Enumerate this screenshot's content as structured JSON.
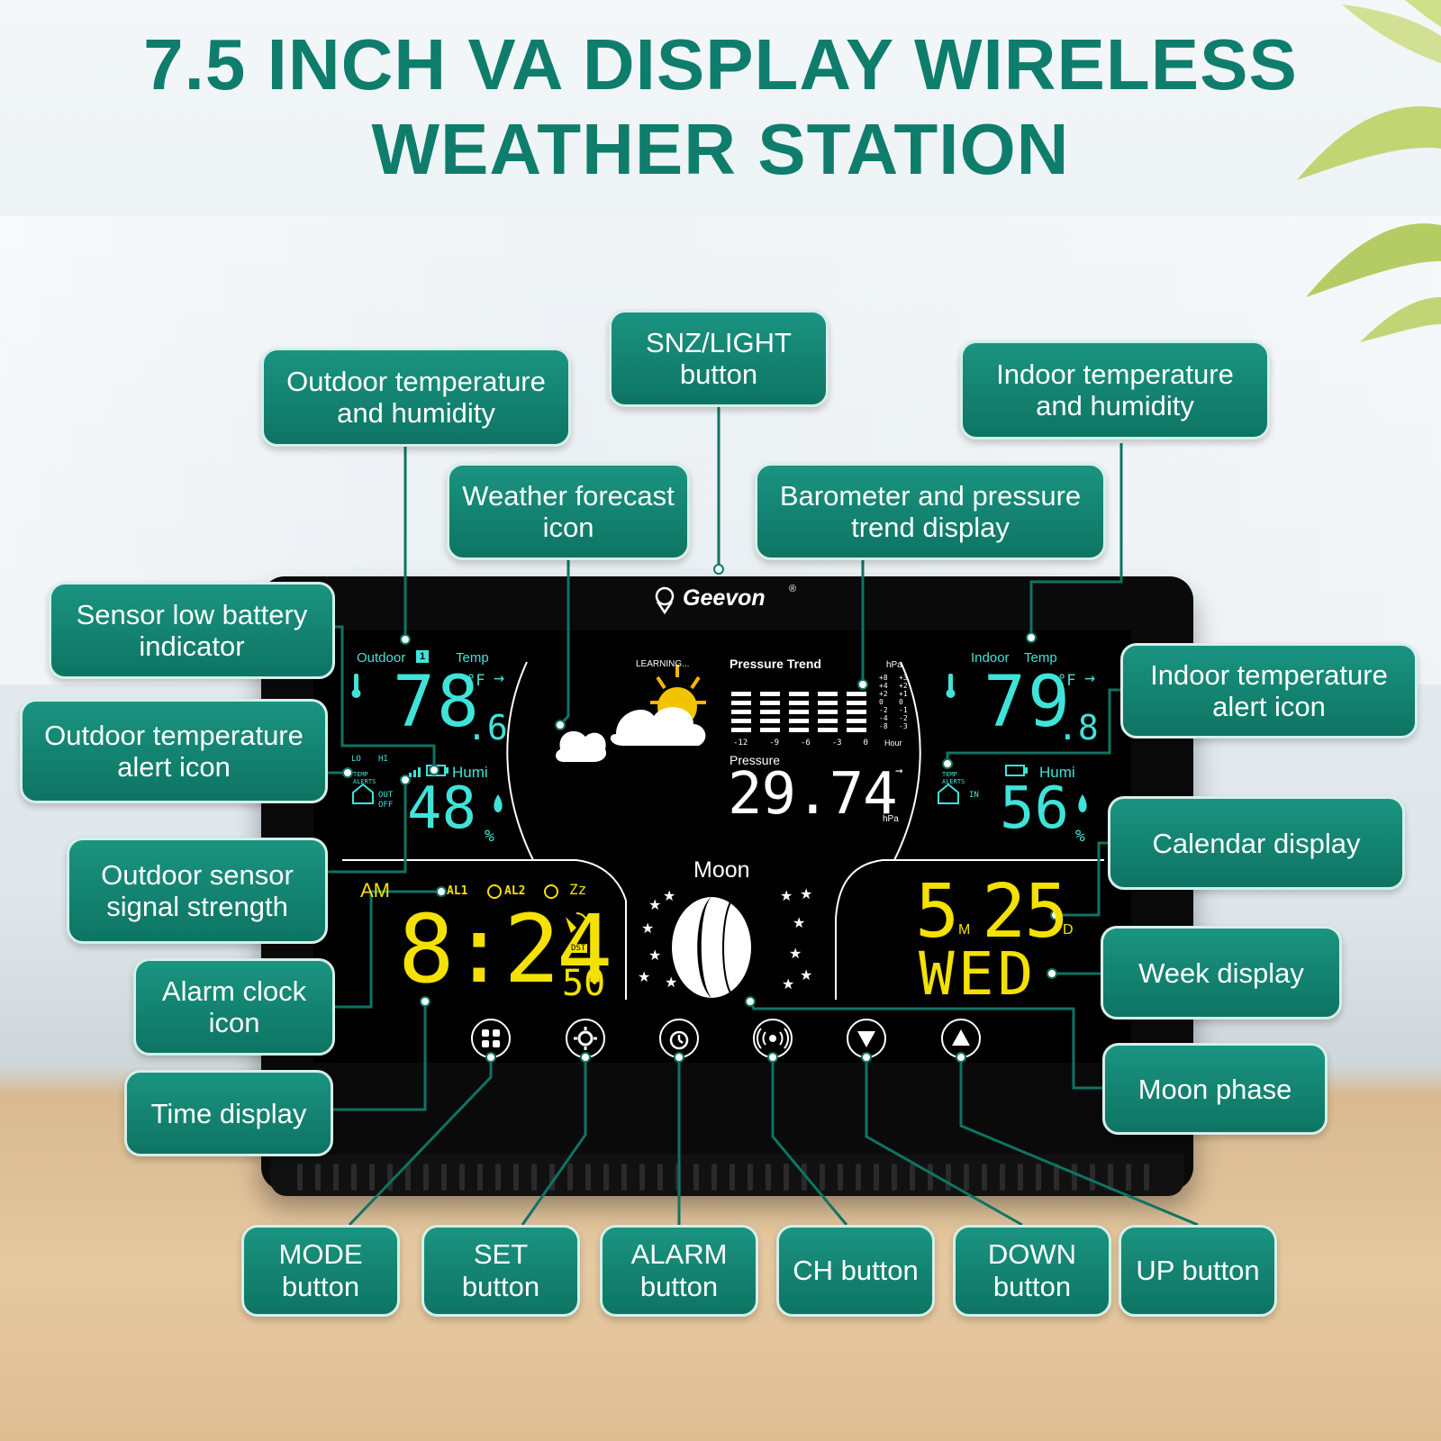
{
  "title": {
    "line1": "7.5 INCH VA DISPLAY WIRELESS",
    "line2": "WEATHER STATION"
  },
  "colors": {
    "brand": "#0f7d6c",
    "callout": "#138574",
    "lcd_cyan": "#3fe3d9",
    "lcd_yellow": "#f4e100"
  },
  "device": {
    "brand": "Geevon",
    "brand_mark": "®",
    "outdoor": {
      "label_outdoor": "Outdoor",
      "channel": "1",
      "label_temp": "Temp",
      "temp_main": "78",
      "temp_decimal": ".6",
      "temp_unit": "°F",
      "trend": "→",
      "lo": "LO",
      "hi": "HI",
      "alerts": "TEMP ALERTS",
      "out": "OUT",
      "off": "OFF",
      "label_humi": "Humi",
      "humi": "48",
      "humi_unit": "%"
    },
    "forecast": {
      "learning": "LEARNING..."
    },
    "pressure": {
      "trend_title": "Pressure Trend",
      "hpa_label": "hPa",
      "scale_left": [
        "+8",
        "+4",
        "+2",
        "0",
        "-2",
        "-4",
        "-8"
      ],
      "scale_right": [
        "+3",
        "+2",
        "+1",
        "0",
        "-1",
        "-2",
        "-3"
      ],
      "hours": [
        "-12",
        "-9",
        "-6",
        "-3",
        "0"
      ],
      "hour_label": "Hour",
      "label": "Pressure",
      "value": "29.74",
      "unit": "hPa",
      "arrow": "→"
    },
    "indoor": {
      "label_indoor": "Indoor",
      "label_temp": "Temp",
      "temp_main": "79",
      "temp_decimal": ".8",
      "temp_unit": "°F",
      "trend": "→",
      "alerts": "TEMP ALERTS",
      "in": "IN",
      "label_humi": "Humi",
      "humi": "56",
      "humi_unit": "%"
    },
    "clock": {
      "ampm": "AM",
      "al1": "AL1",
      "al2": "AL2",
      "snooze": "Zz",
      "time": "8:24",
      "seconds": "50",
      "dst": "DST"
    },
    "moon": {
      "label": "Moon"
    },
    "calendar": {
      "month": "5",
      "m_label": "M",
      "day": "25",
      "d_label": "D",
      "weekday": "WED"
    }
  },
  "callouts": {
    "snz": "SNZ/LIGHT button",
    "outdoor_th": "Outdoor temperature and humidity",
    "indoor_th": "Indoor temperature and humidity",
    "forecast": "Weather forecast icon",
    "barometer": "Barometer and pressure trend display",
    "low_battery": "Sensor low battery indicator",
    "outdoor_alert": "Outdoor temperature alert icon",
    "indoor_alert": "Indoor temperature alert icon",
    "signal": "Outdoor sensor signal strength",
    "calendar": "Calendar display",
    "alarm_icon": "Alarm clock icon",
    "week": "Week display",
    "time": "Time display",
    "moon_phase": "Moon phase",
    "mode": "MODE button",
    "set": "SET button",
    "alarm": "ALARM button",
    "ch": "CH button",
    "down": "DOWN button",
    "up": "UP button"
  }
}
